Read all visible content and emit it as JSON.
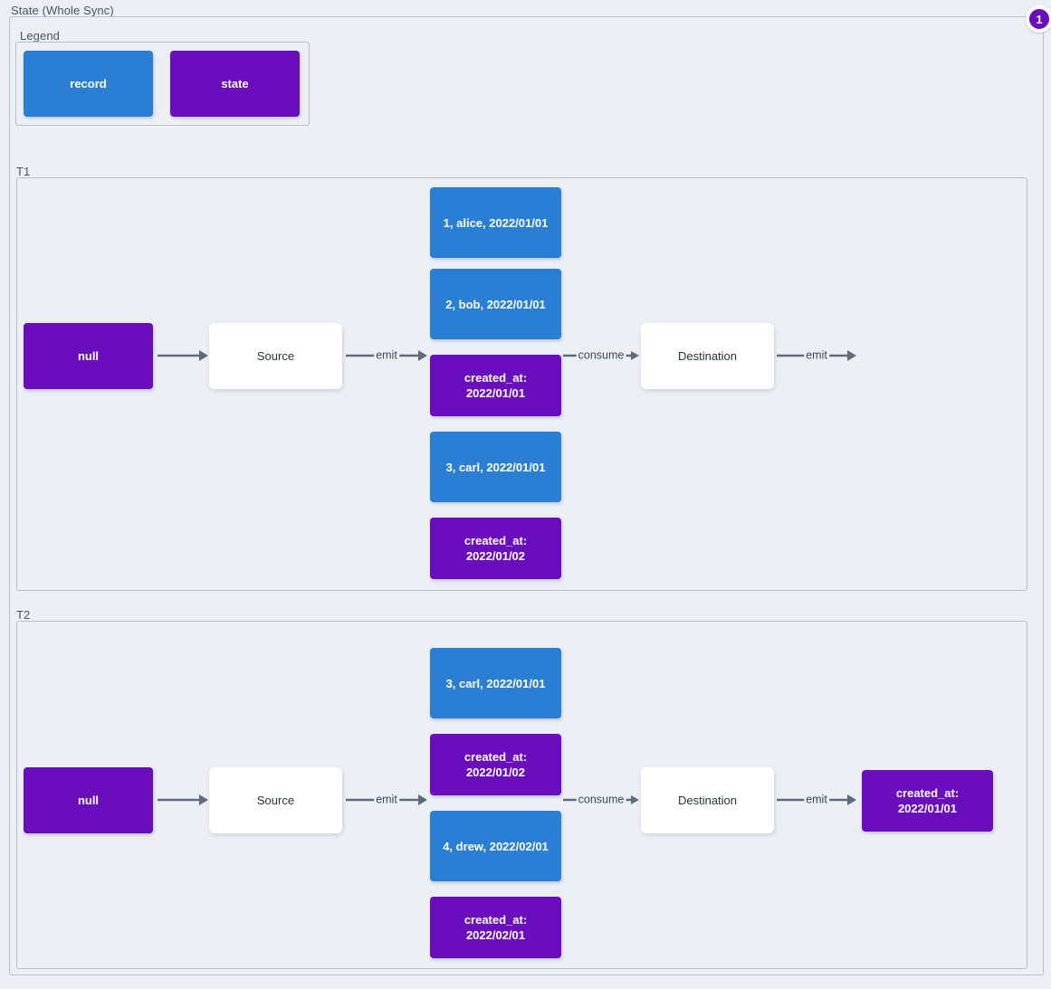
{
  "diagram": {
    "title": "State (Whole Sync)",
    "badge": "1",
    "colors": {
      "record": "#2a7fd4",
      "state": "#6a0dbd",
      "plain": "#ffffff",
      "background": "#eceff4",
      "border": "#b6c2cd",
      "edge": "#5c6b7e",
      "text_dark": "#29323d"
    }
  },
  "legend": {
    "label": "Legend",
    "items": [
      {
        "label": "record",
        "kind": "record"
      },
      {
        "label": "state",
        "kind": "state"
      }
    ]
  },
  "sections": [
    {
      "label": "T1",
      "nodes": {
        "initial_state": "null",
        "source": "Source",
        "destination": "Destination",
        "emitted": [
          {
            "label": "1, alice, 2022/01/01",
            "kind": "record"
          },
          {
            "label": "2, bob, 2022/01/01",
            "kind": "record"
          },
          {
            "label": "created_at:\n2022/01/01",
            "kind": "state"
          },
          {
            "label": "3, carl, 2022/01/01",
            "kind": "record"
          },
          {
            "label": "created_at:\n2022/01/02",
            "kind": "state"
          }
        ],
        "final_state": null
      },
      "edges": {
        "state_to_source": "",
        "source_to_records": "emit",
        "records_to_destination": "consume",
        "destination_out": "emit"
      }
    },
    {
      "label": "T2",
      "nodes": {
        "initial_state": "null",
        "source": "Source",
        "destination": "Destination",
        "emitted": [
          {
            "label": "3, carl, 2022/01/01",
            "kind": "record"
          },
          {
            "label": "created_at:\n2022/01/02",
            "kind": "state"
          },
          {
            "label": "4, drew, 2022/02/01",
            "kind": "record"
          },
          {
            "label": "created_at:\n2022/02/01",
            "kind": "state"
          }
        ],
        "final_state": "created_at:\n2022/01/01"
      },
      "edges": {
        "state_to_source": "",
        "source_to_records": "emit",
        "records_to_destination": "consume",
        "destination_out": "emit"
      }
    }
  ]
}
